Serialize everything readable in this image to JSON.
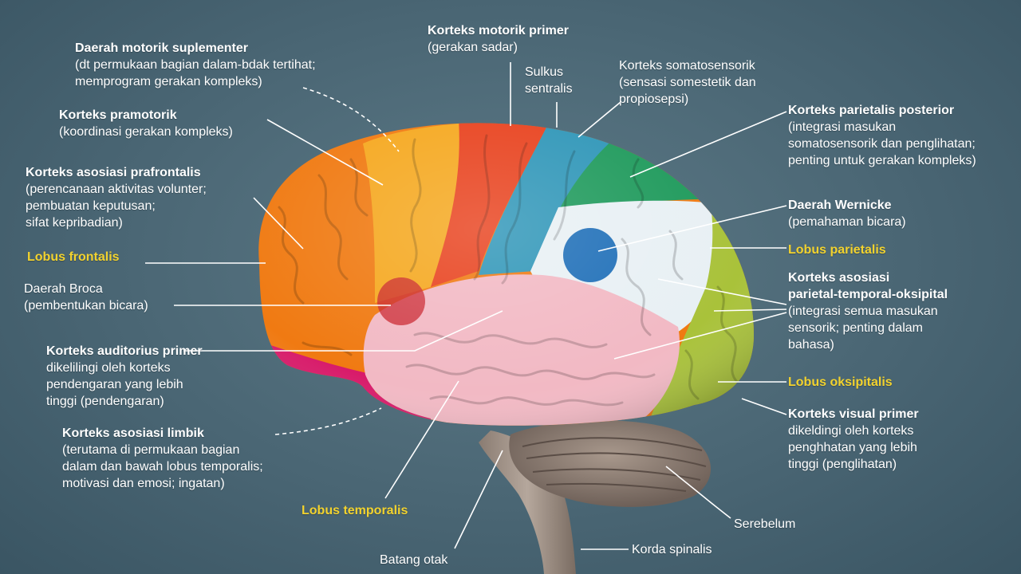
{
  "colors": {
    "background": "#4a6674",
    "text": "#ffffff",
    "lobe_label": "#f2d22e",
    "frontal": "#f07a12",
    "premotor": "#f5a81f",
    "motor": "#e8421e",
    "somatosensory": "#2f96b8",
    "parietal_posterior": "#1f9a5c",
    "association": "#e8f0f4",
    "temporal": "#f2b9c4",
    "limbic": "#d81b6a",
    "occipital": "#a9c23a",
    "cerebellum": "#8c7b70"
  },
  "labels": {
    "supplementary_motor": {
      "title": "Daerah motorik suplementer",
      "desc1": "(dt permukaan bagian dalam-bdak tertihat;",
      "desc2": "memprogram gerakan kompleks)"
    },
    "premotor": {
      "title": "Korteks pramotorik",
      "desc1": "(koordinasi gerakan kompleks)"
    },
    "prefrontal": {
      "title": "Korteks asosiasi prafrontalis",
      "desc1": "(perencanaan aktivitas volunter;",
      "desc2": "pembuatan keputusan;",
      "desc3": "sifat kepribadian)"
    },
    "frontal_lobe": "Lobus frontalis",
    "broca": {
      "title": "Daerah Broca",
      "desc1": "(pembentukan bicara)"
    },
    "auditory": {
      "title": "Korteks auditorius primer",
      "desc1": "dikelilingi oleh korteks",
      "desc2": "pendengaran yang lebih",
      "desc3": "tinggi (pendengaran)"
    },
    "limbic": {
      "title": "Korteks asosiasi limbik",
      "desc1": "(terutama di permukaan bagian",
      "desc2": "dalam dan bawah lobus temporalis;",
      "desc3": "motivasi dan emosi; ingatan)"
    },
    "temporal_lobe": "Lobus temporalis",
    "brainstem": "Batang otak",
    "motor_primary": {
      "title": "Korteks motorik primer",
      "desc1": "(gerakan sadar)"
    },
    "central_sulcus": {
      "line1": "Sulkus",
      "line2": "sentralis"
    },
    "somatosensory": {
      "title": "Korteks somatosensorik",
      "desc1": "(sensasi somestetik dan",
      "desc2": "propiosepsi)"
    },
    "posterior_parietal": {
      "title": "Korteks parietalis posterior",
      "desc1": "(integrasi masukan",
      "desc2": "somatosensorik dan penglihatan;",
      "desc3": "penting untuk gerakan kompleks)"
    },
    "wernicke": {
      "title": "Daerah Wernicke",
      "desc1": "(pemahaman bicara)"
    },
    "parietal_lobe": "Lobus parietalis",
    "ptо_association": {
      "title1": "Korteks asosiasi",
      "title2": "parietal-temporal-oksipital",
      "desc1": "(integrasi semua masukan",
      "desc2": "sensorik; penting dalam",
      "desc3": "bahasa)"
    },
    "occipital_lobe": "Lobus oksipitalis",
    "visual_primary": {
      "title": "Korteks visual primer",
      "desc1": "dikeldingi oleh korteks",
      "desc2": "penghhatan yang lebih",
      "desc3": "tinggi (penglihatan)"
    },
    "cerebellum": "Serebelum",
    "spinal_cord": "Korda spinalis"
  }
}
